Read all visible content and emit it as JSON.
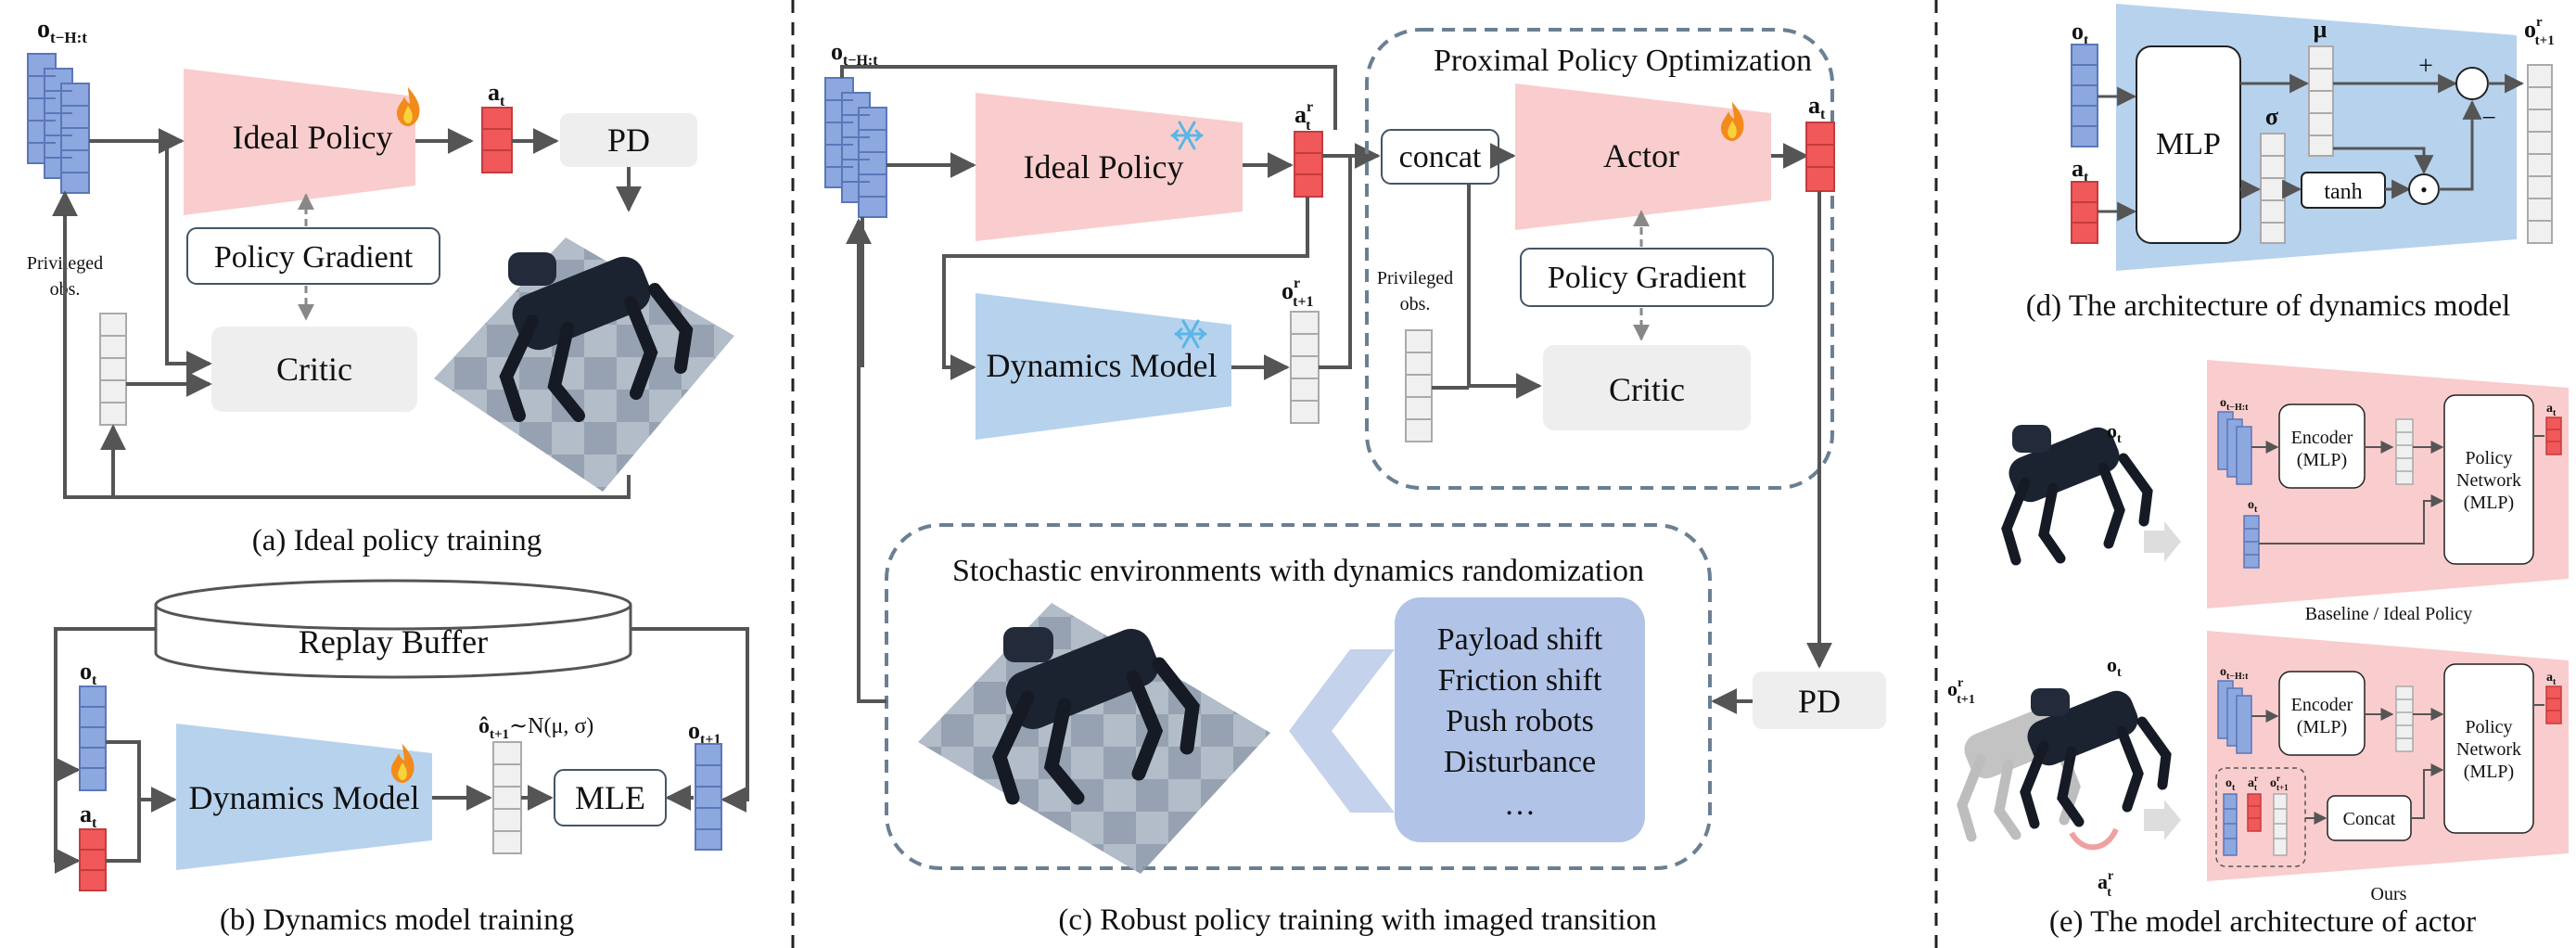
{
  "colors": {
    "obs_blue": "#8da7df",
    "action_red": "#f0585a",
    "policy_pink": "#f9cdcd",
    "dynamics_blue": "#b7d2ed",
    "grey_box": "#eeeeee",
    "dashed_border": "#6b7f93",
    "env_box_blue": "#b1c3e7",
    "arrow": "#555555"
  },
  "panel_a": {
    "caption": "(a) Ideal policy training",
    "obs_label": "o",
    "obs_sub": "t−H:t",
    "action_label": "a",
    "action_sub": "t",
    "ideal_policy": "Ideal Policy",
    "pd": "PD",
    "policy_gradient": "Policy Gradient",
    "critic": "Critic",
    "privileged_1": "Privileged",
    "privileged_2": "obs.",
    "flame_icon": "flame-icon"
  },
  "panel_b": {
    "caption": "(b) Dynamics model training",
    "replay_buffer": "Replay Buffer",
    "obs_label": "o",
    "obs_sub": "t",
    "action_label": "a",
    "action_sub": "t",
    "dynamics_model": "Dynamics Model",
    "pred_label": "ô",
    "pred_sub": "t+1",
    "pred_dist": "∼N(μ, σ)",
    "mle": "MLE",
    "next_obs_label": "o",
    "next_obs_sub": "t+1"
  },
  "panel_c": {
    "caption": "(c) Robust policy training with imaged transition",
    "obs_label": "o",
    "obs_sub": "t−H:t",
    "ideal_policy": "Ideal Policy",
    "ar_label": "a",
    "ar_sup": "r",
    "ar_sub": "t",
    "dynamics_model": "Dynamics Model",
    "or_label": "o",
    "or_sup": "r",
    "or_sub": "t+1",
    "ppo_title": "Proximal Policy Optimization",
    "concat": "concat",
    "actor": "Actor",
    "at_label": "a",
    "at_sub": "t",
    "policy_gradient": "Policy Gradient",
    "critic": "Critic",
    "privileged_1": "Privileged",
    "privileged_2": "obs.",
    "env_title": "Stochastic environments with dynamics randomization",
    "env_items": [
      "Payload shift",
      "Friction shift",
      "Push robots",
      "Disturbance",
      "…"
    ],
    "pd": "PD"
  },
  "panel_d": {
    "caption": "(d) The architecture of dynamics model",
    "obs_label": "o",
    "obs_sub": "t",
    "action_label": "a",
    "action_sub": "t",
    "mlp": "MLP",
    "mu": "μ",
    "sigma": "σ",
    "tanh": "tanh",
    "plus": "+",
    "minus": "−",
    "dot": "•",
    "out_label": "o",
    "out_sup": "r",
    "out_sub": "t+1"
  },
  "panel_e": {
    "caption": "(e) The model architecture of actor",
    "top_caption": "Baseline / Ideal Policy",
    "bottom_caption": "Ours",
    "encoder_1": "Encoder",
    "encoder_2": "(MLP)",
    "policy_1": "Policy",
    "policy_2": "Network",
    "policy_3": "(MLP)",
    "concat": "Concat",
    "ot_label": "o",
    "ot_sub": "t",
    "hist_label": "o",
    "hist_sub": "t−H:t",
    "at_label": "a",
    "at_sub": "t",
    "ar_label": "a",
    "ar_sup": "r",
    "ar_sub": "t",
    "or_label": "o",
    "or_sup": "r",
    "or_sub": "t+1"
  }
}
